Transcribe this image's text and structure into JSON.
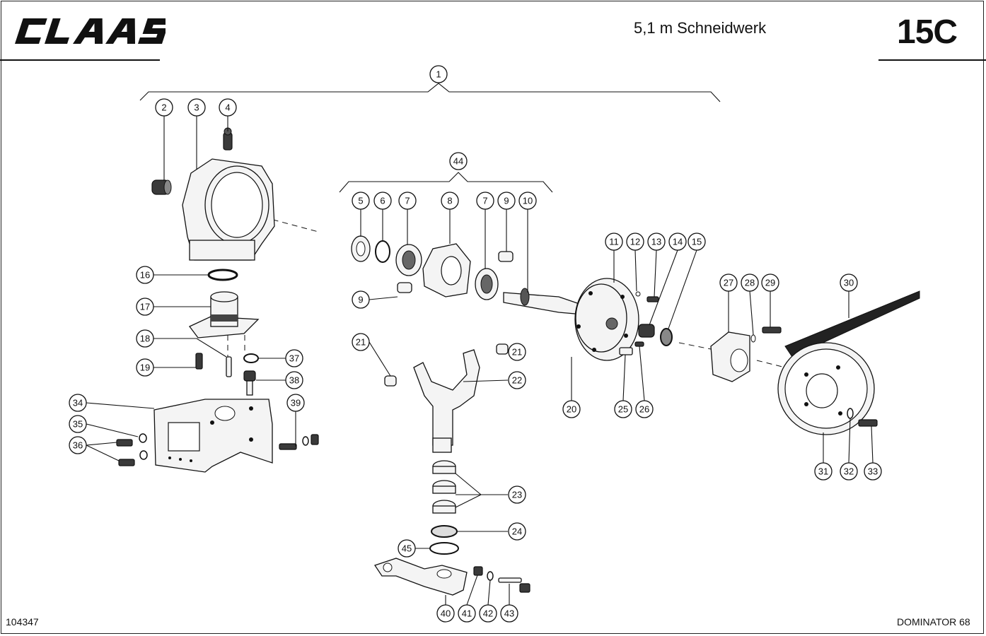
{
  "header": {
    "brand": "CLAAS",
    "title": "5,1 m Schneidwerk",
    "page_code": "15C"
  },
  "footer": {
    "doc_number": "104347",
    "model": "DOMINATOR 68"
  },
  "callouts": [
    "1",
    "2",
    "3",
    "4",
    "5",
    "6",
    "7",
    "8",
    "7",
    "9",
    "10",
    "9",
    "11",
    "12",
    "13",
    "14",
    "15",
    "16",
    "17",
    "18",
    "37",
    "19",
    "38",
    "34",
    "39",
    "35",
    "36",
    "21",
    "21",
    "22",
    "20",
    "25",
    "26",
    "27",
    "28",
    "29",
    "30",
    "31",
    "32",
    "33",
    "23",
    "24",
    "45",
    "40",
    "41",
    "42",
    "43",
    "44"
  ]
}
